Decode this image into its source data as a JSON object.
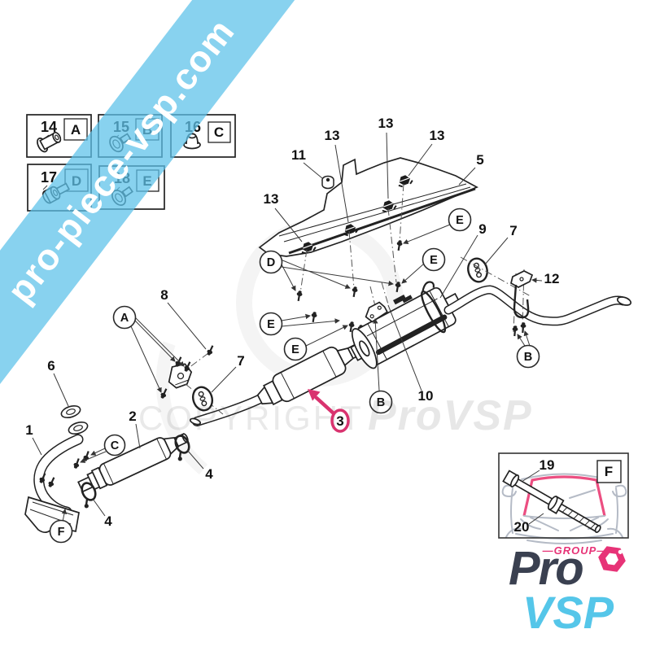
{
  "banner": {
    "text": "pro-piece-vsp.com",
    "color": "#5FC2EA"
  },
  "watermark": {
    "copyright": "COPYRIGHT",
    "brand": "ProVSP"
  },
  "colors": {
    "highlight_pink": "#D9336F",
    "logo_pink": "#E73377",
    "logo_dark": "#3A4050",
    "logo_cyan": "#55C6E9",
    "line_dark": "#222222"
  },
  "legend_boxes": [
    {
      "number": "14",
      "letter": "A",
      "icon": "rivet-nut-icon"
    },
    {
      "number": "15",
      "letter": "B",
      "icon": "screw-washer-icon"
    },
    {
      "number": "16",
      "letter": "C",
      "icon": "plastic-nut-icon"
    },
    {
      "number": "17",
      "letter": "D",
      "icon": "socket-bolt-icon"
    },
    {
      "number": "18",
      "letter": "E",
      "icon": "screw-washer-icon"
    }
  ],
  "diagram": {
    "numbers": {
      "n1": "1",
      "n2": "2",
      "n3": "3",
      "n4": "4",
      "n5": "5",
      "n6": "6",
      "n7": "7",
      "n8": "8",
      "n9": "9",
      "n10": "10",
      "n11": "11",
      "n12": "12",
      "n13": "13"
    },
    "letters": {
      "A": "A",
      "B": "B",
      "C": "C",
      "D": "D",
      "E": "E",
      "F": "F"
    },
    "highlighted_part": "3"
  },
  "inset": {
    "numbers": {
      "n19": "19",
      "n20": "20"
    },
    "letter": "F"
  },
  "logo": {
    "group": "—GROUP—",
    "pro": "Pro",
    "vsp": "VSP"
  }
}
